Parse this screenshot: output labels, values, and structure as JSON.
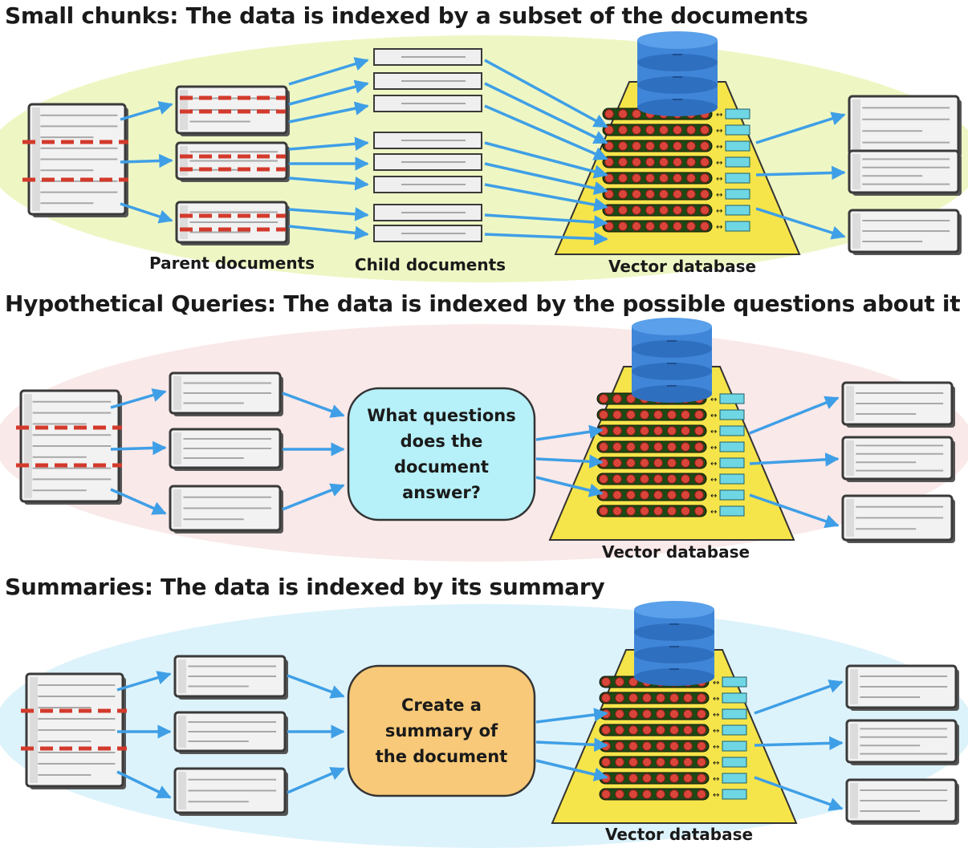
{
  "sections": [
    {
      "title": "Small chunks: The data is indexed by a subset of the documents",
      "labels": {
        "parent": "Parent documents",
        "child": "Child documents",
        "db": "Vector database"
      },
      "bg": "#eef7c4"
    },
    {
      "title": "Hypothetical Queries: The data is indexed by the possible questions about it",
      "process_lines": [
        "What questions",
        "does the",
        "document",
        "answer?"
      ],
      "process_color": "#b6f0f8",
      "labels": {
        "db": "Vector database"
      },
      "bg": "#fae9e9"
    },
    {
      "title": "Summaries: The data is indexed by its summary",
      "process_lines": [
        "Create a",
        "summary of",
        "the document"
      ],
      "process_color": "#f8c978",
      "labels": {
        "db": "Vector database"
      },
      "bg": "#ddf3fb"
    }
  ],
  "colors": {
    "arrow": "#3f9fe6",
    "split_line": "#d33a2c",
    "db_funnel": "#f6e54a",
    "db_cylinder": "#3f86d9",
    "vector_cell": "#d9453a",
    "vector_tag": "#6fd6e4"
  }
}
